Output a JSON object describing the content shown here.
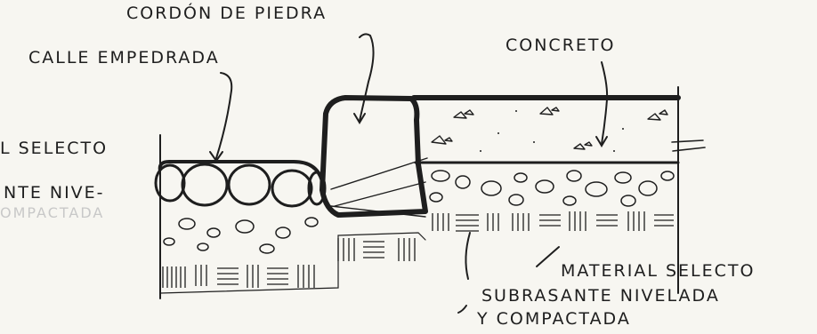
{
  "labels": {
    "cordon": "CORDÓN DE PIEDRA",
    "calle": "CALLE EMPEDRADA",
    "concreto": "CONCRETO",
    "selecto_left": "L SELECTO",
    "nivelada_left": "NTE NIVE-",
    "compactada_left_faint": "OMPACTADA",
    "material_selecto": "MATERIAL SELECTO",
    "subrasante": "SUBRASANTE NIVELADA",
    "compactada": "Y COMPACTADA"
  },
  "colors": {
    "background": "#f7f6f1",
    "ink": "#1e1e1e",
    "faint_text": "#c8c8c8"
  }
}
